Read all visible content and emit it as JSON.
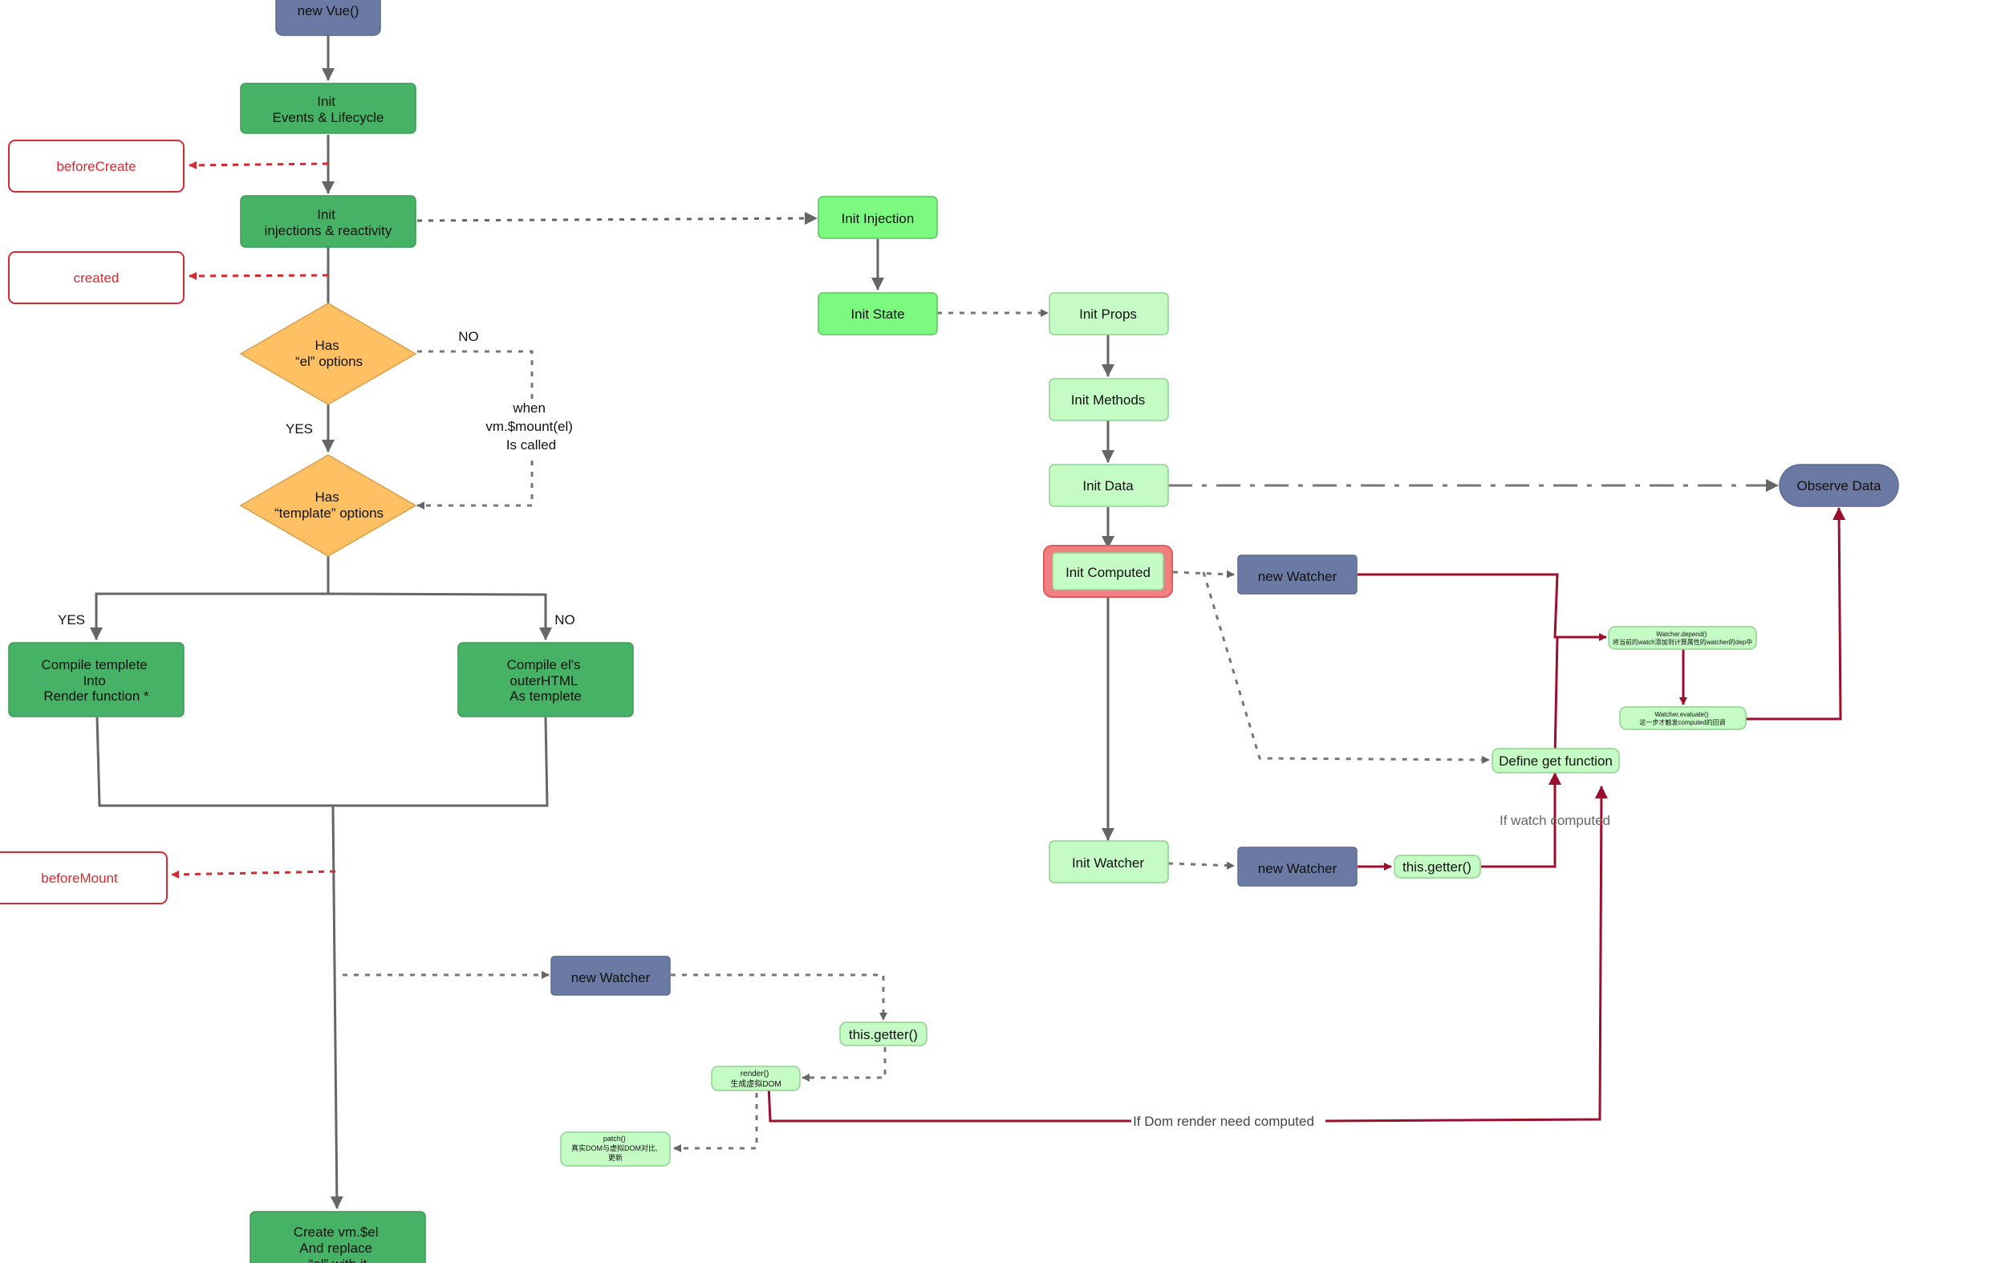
{
  "colors": {
    "dark_green": "#46b265",
    "bright_green": "#7cfa80",
    "light_green": "#c5fcc5",
    "slate": "#6a7aa3",
    "orange": "#fec063",
    "hook_red": "#d42a31",
    "crimson": "#9a0f2c",
    "connector_gray": "#666666",
    "highlight": "#f07f82"
  },
  "nodes": {
    "new_vue": "new Vue()",
    "init_events": [
      "Init",
      "Events & Lifecycle"
    ],
    "before_create": "beforeCreate",
    "init_injections": [
      "Init",
      "injections & reactivity"
    ],
    "created": "created",
    "has_el": [
      "Has",
      "“el” options"
    ],
    "has_template": [
      "Has",
      "“template” options"
    ],
    "compile_template": [
      "Compile templete",
      "Into",
      "Render function *"
    ],
    "compile_el": [
      "Compile el's",
      "outerHTML",
      "As templete"
    ],
    "before_mount": "beforeMount",
    "create_vm_el": [
      "Create vm.$el",
      "And replace",
      "“el” with it"
    ],
    "init_injection": "Init Injection",
    "init_state": "Init State",
    "init_props": "Init Props",
    "init_methods": "Init Methods",
    "init_data": "Init Data",
    "observe_data": "Observe Data",
    "init_computed": "Init Computed",
    "new_watcher_computed": "new Watcher",
    "watcher_depend": [
      "Watcher.depend()",
      "将当前的watch添加到计算属性的watcher的dep中"
    ],
    "watcher_evaluate": [
      "Watcher.evaluate()",
      "这一步才触发computed的回调"
    ],
    "define_get_function": "Define get function",
    "init_watcher": "Init Watcher",
    "new_watcher_watch": "new Watcher",
    "this_getter_watch": "this.getter()",
    "new_watcher_render": "new Watcher",
    "this_getter_render": "this.getter()",
    "render_fn": [
      "render()",
      "生成虚拟DOM"
    ],
    "patch_fn": [
      "patch()",
      "真实DOM与虚拟DOM对比,",
      "更新"
    ]
  },
  "labels": {
    "no_el": "NO",
    "yes_el": "YES",
    "when_mount": [
      "when",
      "vm.$mount(el)",
      "Is called"
    ],
    "yes_template": "YES",
    "no_template": "NO",
    "if_watch_computed": "If watch computed",
    "if_dom_render": "If Dom render need computed"
  }
}
